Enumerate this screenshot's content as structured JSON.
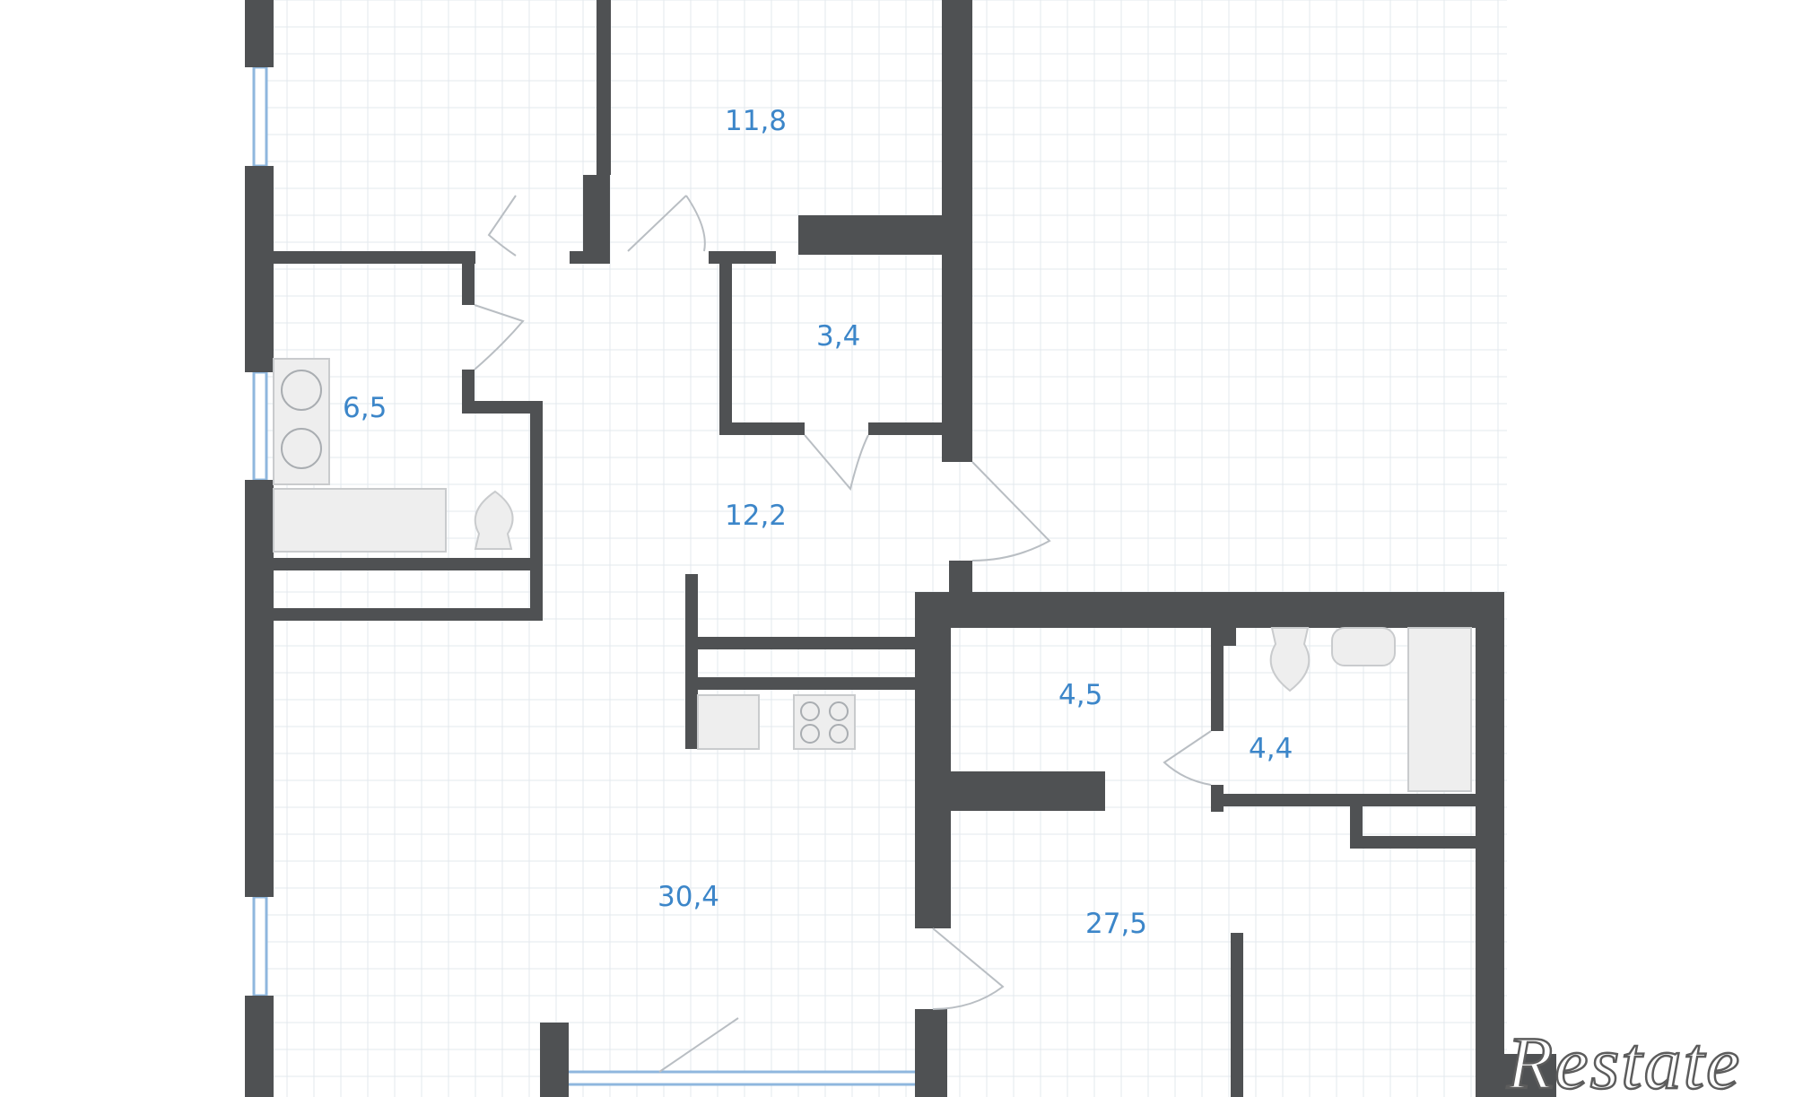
{
  "plan": {
    "rooms": [
      {
        "id": "bedroom-top",
        "area": "11,8"
      },
      {
        "id": "storage",
        "area": "3,4"
      },
      {
        "id": "bathroom-left",
        "area": "6,5"
      },
      {
        "id": "hallway",
        "area": "12,2"
      },
      {
        "id": "entry-hall",
        "area": "4,5"
      },
      {
        "id": "bathroom-right",
        "area": "4,4"
      },
      {
        "id": "living-kitchen",
        "area": "30,4"
      },
      {
        "id": "bedroom-right",
        "area": "27,5"
      }
    ],
    "colors": {
      "wall": "#4f5153",
      "label": "#3c86c9",
      "grid": "#e3e8ee",
      "window": "#8fb7de"
    }
  },
  "watermark": {
    "text": "Restate"
  }
}
